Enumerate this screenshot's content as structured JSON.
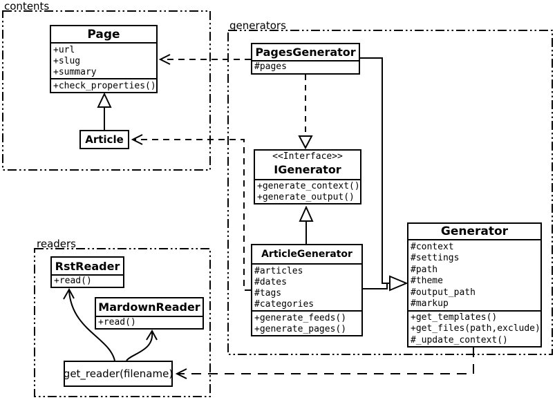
{
  "packages": {
    "contents": "contents",
    "generators": "generators",
    "readers": "readers"
  },
  "classes": {
    "page": {
      "name": "Page",
      "attributes": [
        "+url",
        "+slug",
        "+summary"
      ],
      "methods": [
        "+check_properties()"
      ]
    },
    "article": {
      "name": "Article"
    },
    "pages_generator": {
      "name": "PagesGenerator",
      "attributes": [
        "#pages"
      ]
    },
    "igenerator": {
      "stereotype": "<<Interface>>",
      "name": "IGenerator",
      "methods": [
        "+generate_context()",
        "+generate_output()"
      ]
    },
    "article_generator": {
      "name": "ArticleGenerator",
      "attributes": [
        "#articles",
        "#dates",
        "#tags",
        "#categories"
      ],
      "methods": [
        "+generate_feeds()",
        "+generate_pages()"
      ]
    },
    "generator": {
      "name": "Generator",
      "attributes": [
        "#context",
        "#settings",
        "#path",
        "#theme",
        "#output_path",
        "#markup"
      ],
      "methods": [
        "+get_templates()",
        "+get_files(path,exclude)",
        "#_update_context()"
      ]
    },
    "rst_reader": {
      "name": "RstReader",
      "methods": [
        "+read()"
      ]
    },
    "mardown_reader": {
      "name": "MardownReader",
      "methods": [
        "+read()"
      ]
    },
    "get_reader": {
      "label": "get_reader(filename)"
    }
  },
  "relationships": [
    {
      "from": "Article",
      "to": "Page",
      "type": "inheritance"
    },
    {
      "from": "PagesGenerator",
      "to": "IGenerator",
      "type": "realization"
    },
    {
      "from": "ArticleGenerator",
      "to": "IGenerator",
      "type": "inheritance"
    },
    {
      "from": "PagesGenerator",
      "to": "Generator",
      "type": "inheritance"
    },
    {
      "from": "ArticleGenerator",
      "to": "Generator",
      "type": "inheritance"
    },
    {
      "from": "PagesGenerator",
      "to": "Page",
      "type": "dependency"
    },
    {
      "from": "ArticleGenerator",
      "to": "Article",
      "type": "dependency"
    },
    {
      "from": "Generator",
      "to": "get_reader(filename)",
      "type": "dependency"
    },
    {
      "from": "get_reader(filename)",
      "to": "RstReader",
      "type": "call"
    },
    {
      "from": "get_reader(filename)",
      "to": "MardownReader",
      "type": "call"
    }
  ],
  "colors": {
    "line": "#000000",
    "background": "#ffffff",
    "box_fill": "#ffffff"
  }
}
